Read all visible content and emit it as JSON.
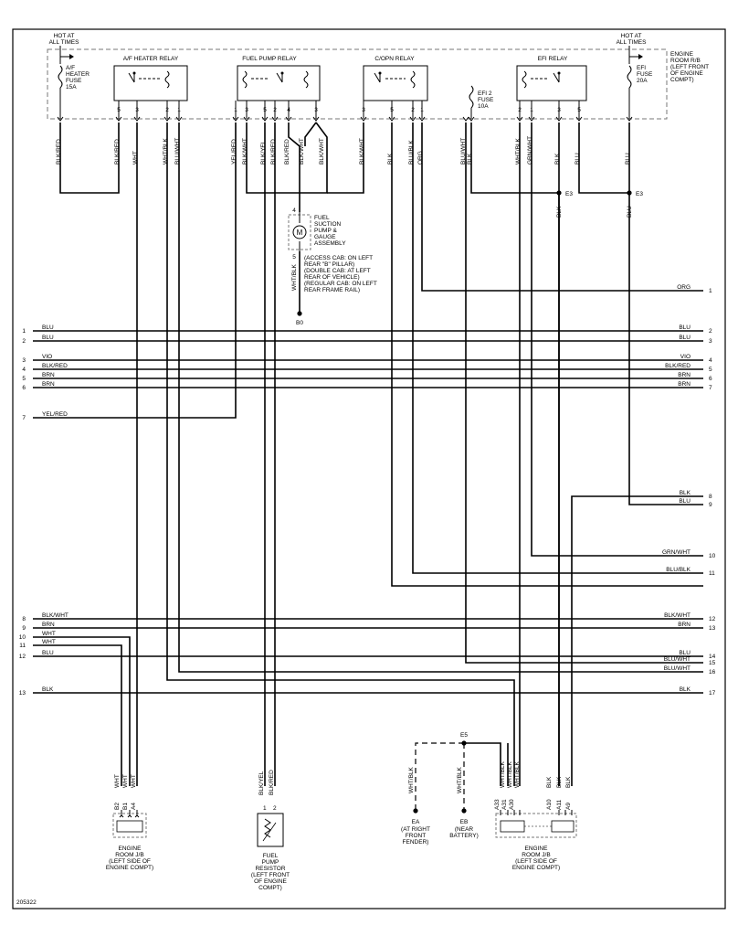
{
  "figure_id": "205322",
  "hot_left": [
    "HOT AT",
    "ALL TIMES"
  ],
  "hot_right": [
    "HOT AT",
    "ALL TIMES"
  ],
  "engine_room_rb": [
    "ENGINE",
    "ROOM R/B",
    "(LEFT FRONT",
    "OF ENGINE",
    "COMPT)"
  ],
  "relays": {
    "af_heater": "A/F HEATER RELAY",
    "fuel_pump": "FUEL PUMP RELAY",
    "c_opn": "C/OPN RELAY",
    "efi": "EFI RELAY"
  },
  "fuses": {
    "af_heater": [
      "A/F",
      "HEATER",
      "FUSE",
      "15A"
    ],
    "efi2": [
      "EFI 2",
      "FUSE",
      "10A"
    ],
    "efi": [
      "EFI",
      "FUSE",
      "20A"
    ]
  },
  "pins": {
    "af_a": "5",
    "af_b": "3",
    "af_c": "2",
    "af_d": "1",
    "fp_a": "1",
    "fp_b": "3",
    "fp_c": "5",
    "fp_d": "2",
    "fp_e": "4",
    "fp_f": "3",
    "co_a": "3",
    "co_b": "5",
    "co_c": "2",
    "co_d": "1",
    "efi_a": "2",
    "efi_b": "1",
    "efi_c": "3",
    "efi_d": "5"
  },
  "top_wires": {
    "w1": "BLK/RED",
    "w2": "BLK/RED",
    "w3": "WHT",
    "w4": "WHT/BLK",
    "w5": "BLU/WHT",
    "w6": "YEL/RED",
    "w7": "BLK/WHT",
    "w8": "BLK/YEL",
    "w9": "BLK/RED",
    "w10": "BLK/RED",
    "w11": "BLK/WHT",
    "w12": "BLK/WHT",
    "w13": "BLK/WHT",
    "w14": "BLK",
    "w15": "BLU/BLK",
    "w16": "ORG",
    "w17": "BLU/WHT",
    "w18": "BLK",
    "w19": "WHT/BLK",
    "w20": "GRN/WHT",
    "w21": "BLK",
    "w22": "BLU",
    "w23": "BLU"
  },
  "splice_e3_left": "E3",
  "splice_e3_right": "E3",
  "e3_left_wire": "BLK",
  "e3_right_wire": "BLU",
  "fuel_suction": {
    "pin_top": "4",
    "pin_bottom": "5",
    "motor": "M",
    "label": [
      "FUEL",
      "SUCTION",
      "PUMP &",
      "GAUGE",
      "ASSEMBLY"
    ],
    "notes": [
      "(ACCESS CAB: ON LEFT",
      "REAR \"B\" PILLAR)",
      "(DOUBLE CAB: AT LEFT",
      "REAR OF VEHICLE)",
      "(REGULAR CAB: ON LEFT",
      "REAR FRAME RAIL)"
    ],
    "ground_wire": "WHT/BLK",
    "ground": "B0"
  },
  "left_connectors": [
    {
      "num": "1",
      "wire": "BLU"
    },
    {
      "num": "2",
      "wire": "BLU"
    },
    {
      "num": "3",
      "wire": "VIO"
    },
    {
      "num": "4",
      "wire": "BLK/RED"
    },
    {
      "num": "5",
      "wire": "BRN"
    },
    {
      "num": "6",
      "wire": "BRN"
    },
    {
      "num": "7",
      "wire": "YEL/RED"
    },
    {
      "num": "8",
      "wire": "BLK/WHT"
    },
    {
      "num": "9",
      "wire": "BRN"
    },
    {
      "num": "10",
      "wire": "WHT"
    },
    {
      "num": "11",
      "wire": "WHT"
    },
    {
      "num": "12",
      "wire": "BLU"
    },
    {
      "num": "13",
      "wire": "BLK"
    }
  ],
  "right_connectors": [
    {
      "num": "1",
      "wire": "ORG"
    },
    {
      "num": "2",
      "wire": "BLU"
    },
    {
      "num": "3",
      "wire": "BLU"
    },
    {
      "num": "4",
      "wire": "VIO"
    },
    {
      "num": "5",
      "wire": "BLK/RED"
    },
    {
      "num": "6",
      "wire": "BRN"
    },
    {
      "num": "7",
      "wire": "BRN"
    },
    {
      "num": "8",
      "wire": "BLK"
    },
    {
      "num": "9",
      "wire": "BLU"
    },
    {
      "num": "10",
      "wire": "GRN/WHT"
    },
    {
      "num": "11",
      "wire": "BLU/BLK"
    },
    {
      "num": "12",
      "wire": "BLK/WHT"
    },
    {
      "num": "13",
      "wire": "BRN"
    },
    {
      "num": "14",
      "wire": "BLU"
    },
    {
      "num": "15",
      "wire": "BLU/WHT"
    },
    {
      "num": "16",
      "wire": "BLU/WHT"
    },
    {
      "num": "17",
      "wire": "BLK"
    }
  ],
  "jb_left": {
    "wires": [
      "WHT",
      "WHT",
      "WHT"
    ],
    "pins": [
      "B2",
      "B1",
      "A4"
    ],
    "label": [
      "ENGINE",
      "ROOM J/B",
      "(LEFT SIDE OF",
      "ENGINE COMPT)"
    ]
  },
  "resistor": {
    "wires": [
      "BLK/YEL",
      "BLK/RED"
    ],
    "pins": [
      "1",
      "2"
    ],
    "label": [
      "FUEL",
      "PUMP",
      "RESISTOR",
      "(LEFT FRONT",
      "OF ENGINE",
      "COMPT)"
    ]
  },
  "ground_e5": "E5",
  "ground_ea": {
    "wire": "WHT/BLK",
    "name": "EA",
    "label": [
      "(AT RIGHT",
      "FRONT",
      "FENDER)"
    ]
  },
  "ground_eb": {
    "wire": "WHT/BLK",
    "name": "EB",
    "label": [
      "(NEAR",
      "BATTERY)"
    ]
  },
  "jb_right": {
    "wires": [
      "WHT/BLK",
      "WHT/BLK",
      "WHT/BLK",
      "BLK",
      "BLK",
      "BLK"
    ],
    "pins": [
      "A33",
      "A31",
      "A30",
      "A10",
      "A11",
      "A9"
    ],
    "label": [
      "ENGINE",
      "ROOM J/B",
      "(LEFT SIDE OF",
      "ENGINE COMPT)"
    ]
  }
}
